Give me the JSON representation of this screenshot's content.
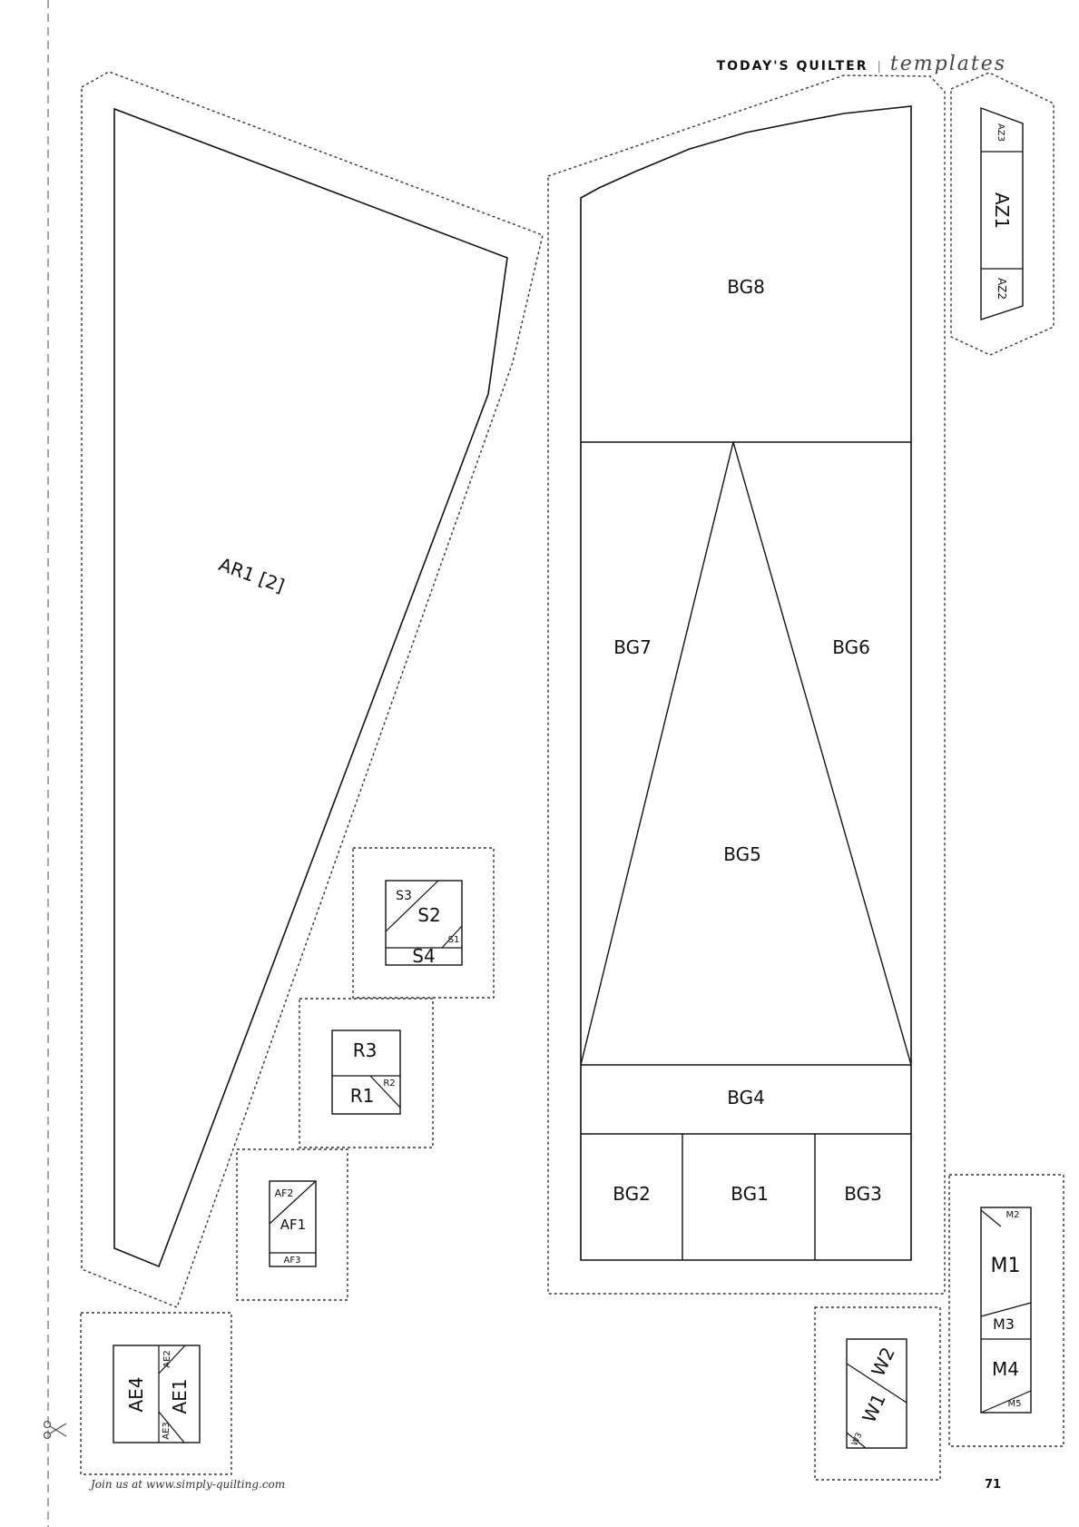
{
  "header": {
    "brand": "TODAY'S QUILTER",
    "separator": "|",
    "section": "templates"
  },
  "footer": {
    "website": "Join us at www.simply-quilting.com",
    "page_number": "71"
  },
  "templates": {
    "ar1": "AR1 [2]",
    "az": [
      "AZ3",
      "AZ1",
      "AZ2"
    ],
    "bg": [
      "BG8",
      "BG7",
      "BG6",
      "BG5",
      "BG4",
      "BG2",
      "BG1",
      "BG3"
    ],
    "s": [
      "S3",
      "S2",
      "S1",
      "S4"
    ],
    "r": [
      "R3",
      "R1",
      "R2"
    ],
    "af": [
      "AF2",
      "AF1",
      "AF3"
    ],
    "ae": [
      "AE4",
      "AE2",
      "AE1",
      "AE3"
    ],
    "m": [
      "M2",
      "M1",
      "M3",
      "M4",
      "M5"
    ],
    "w": [
      "W2",
      "W1",
      "W3"
    ]
  }
}
